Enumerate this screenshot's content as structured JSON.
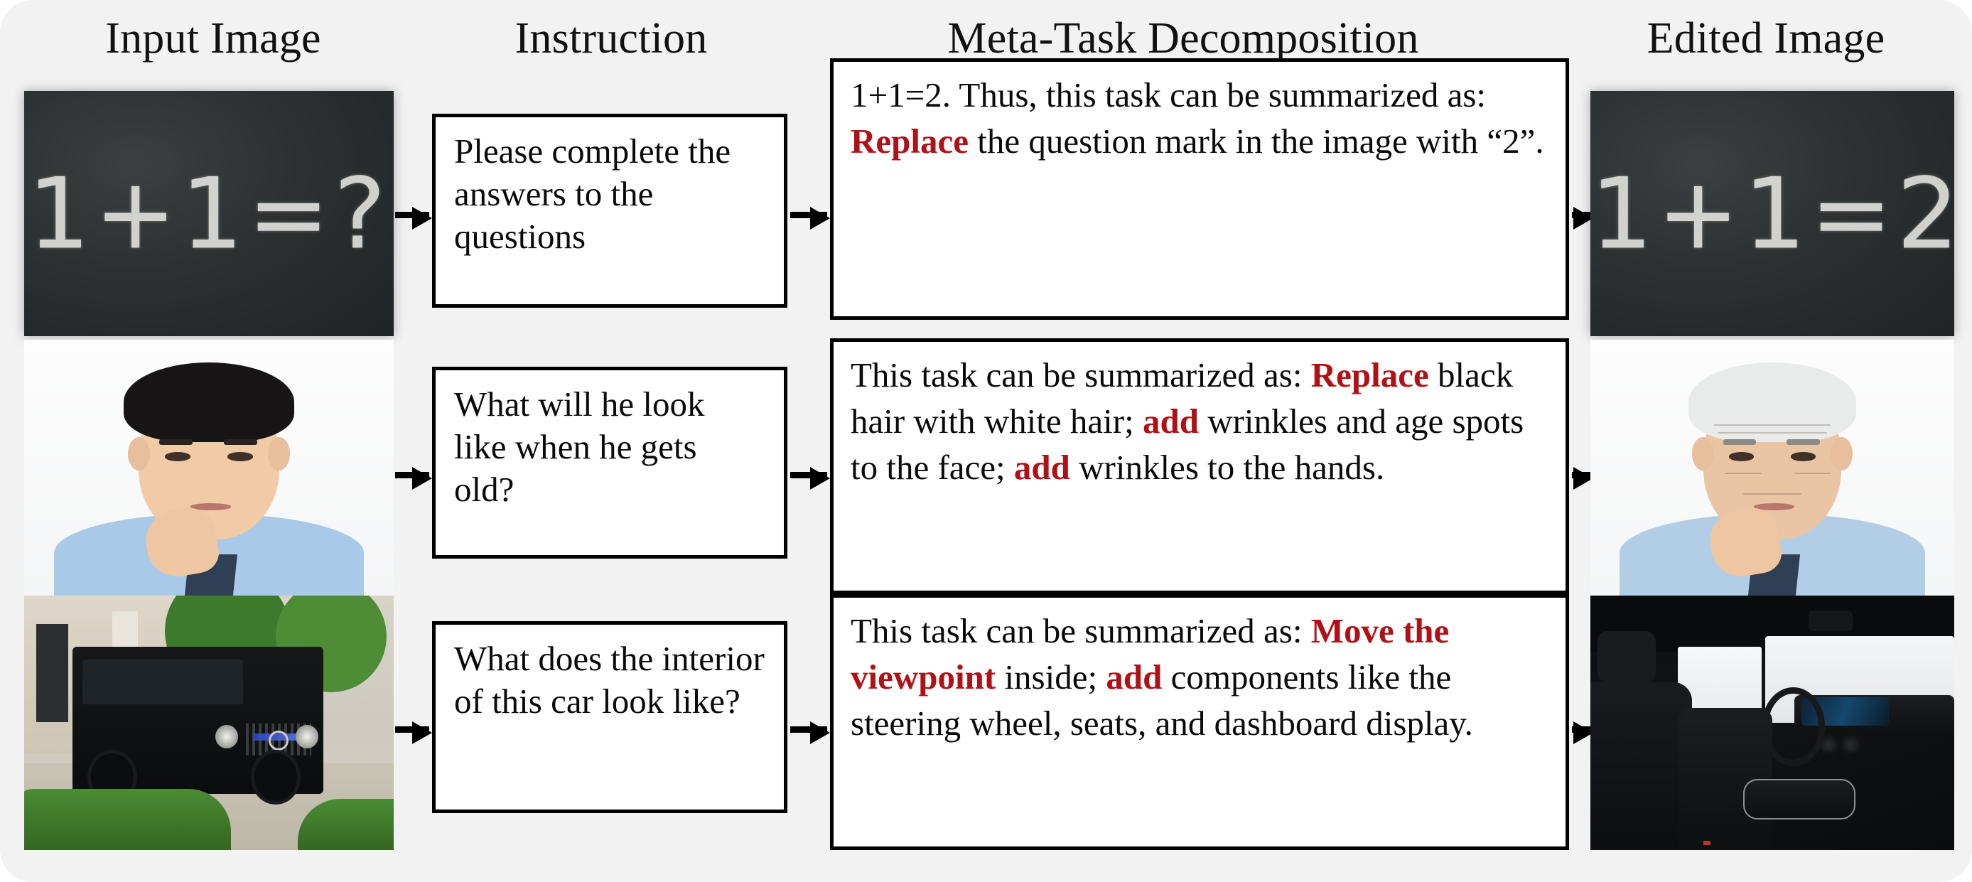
{
  "figure": {
    "background_color": "#f2f2f2",
    "keyword_color": "#b01116"
  },
  "headers": {
    "input_image": "Input Image",
    "instruction": "Instruction",
    "meta_task": "Meta-Task Decomposition",
    "edited_image": "Edited Image"
  },
  "rows": [
    {
      "input_image_caption": "1+1=?",
      "input_image_description": "blackboard with chalk equation 1+1=?",
      "instruction": "Please complete the answers to the questions",
      "meta_task": {
        "segments": [
          {
            "text": "1+1=2. Thus, this task can be summarized as: ",
            "emphasis": false
          },
          {
            "text": "Replace",
            "emphasis": true
          },
          {
            "text": " the question mark in the image with “2”.",
            "emphasis": false
          }
        ]
      },
      "edited_image_caption": "1+1=2",
      "edited_image_description": "blackboard with chalk equation 1+1=2"
    },
    {
      "input_image_description": "young man with black hair in light blue polo shirt, finger on lips",
      "instruction": "What will he look like when he gets old?",
      "meta_task": {
        "segments": [
          {
            "text": "This task can be summarized as: ",
            "emphasis": false
          },
          {
            "text": "Replace",
            "emphasis": true
          },
          {
            "text": " black hair with white hair; ",
            "emphasis": false
          },
          {
            "text": "add",
            "emphasis": true
          },
          {
            "text": " wrinkles and age spots to the face; ",
            "emphasis": false
          },
          {
            "text": "add",
            "emphasis": true
          },
          {
            "text": " wrinkles to the hands.",
            "emphasis": false
          }
        ]
      },
      "edited_image_description": "elderly man with white hair and wrinkles in light blue shirt, hand on chin"
    },
    {
      "input_image_description": "black Mercedes G-Class SUV parked in front of a mansion driveway with green trees and hedges",
      "instruction": "What does the interior of this car look like?",
      "meta_task": {
        "segments": [
          {
            "text": "This task can be summarized as: ",
            "emphasis": false
          },
          {
            "text": "Move the viewpoint",
            "emphasis": true
          },
          {
            "text": " inside; ",
            "emphasis": false
          },
          {
            "text": "add",
            "emphasis": true
          },
          {
            "text": " components like the steering wheel, seats, and dashboard display.",
            "emphasis": false
          }
        ]
      },
      "edited_image_description": "black leather car interior with steering wheel, seats and dashboard display"
    }
  ],
  "icons": {
    "arrow": "right-arrow-icon"
  }
}
